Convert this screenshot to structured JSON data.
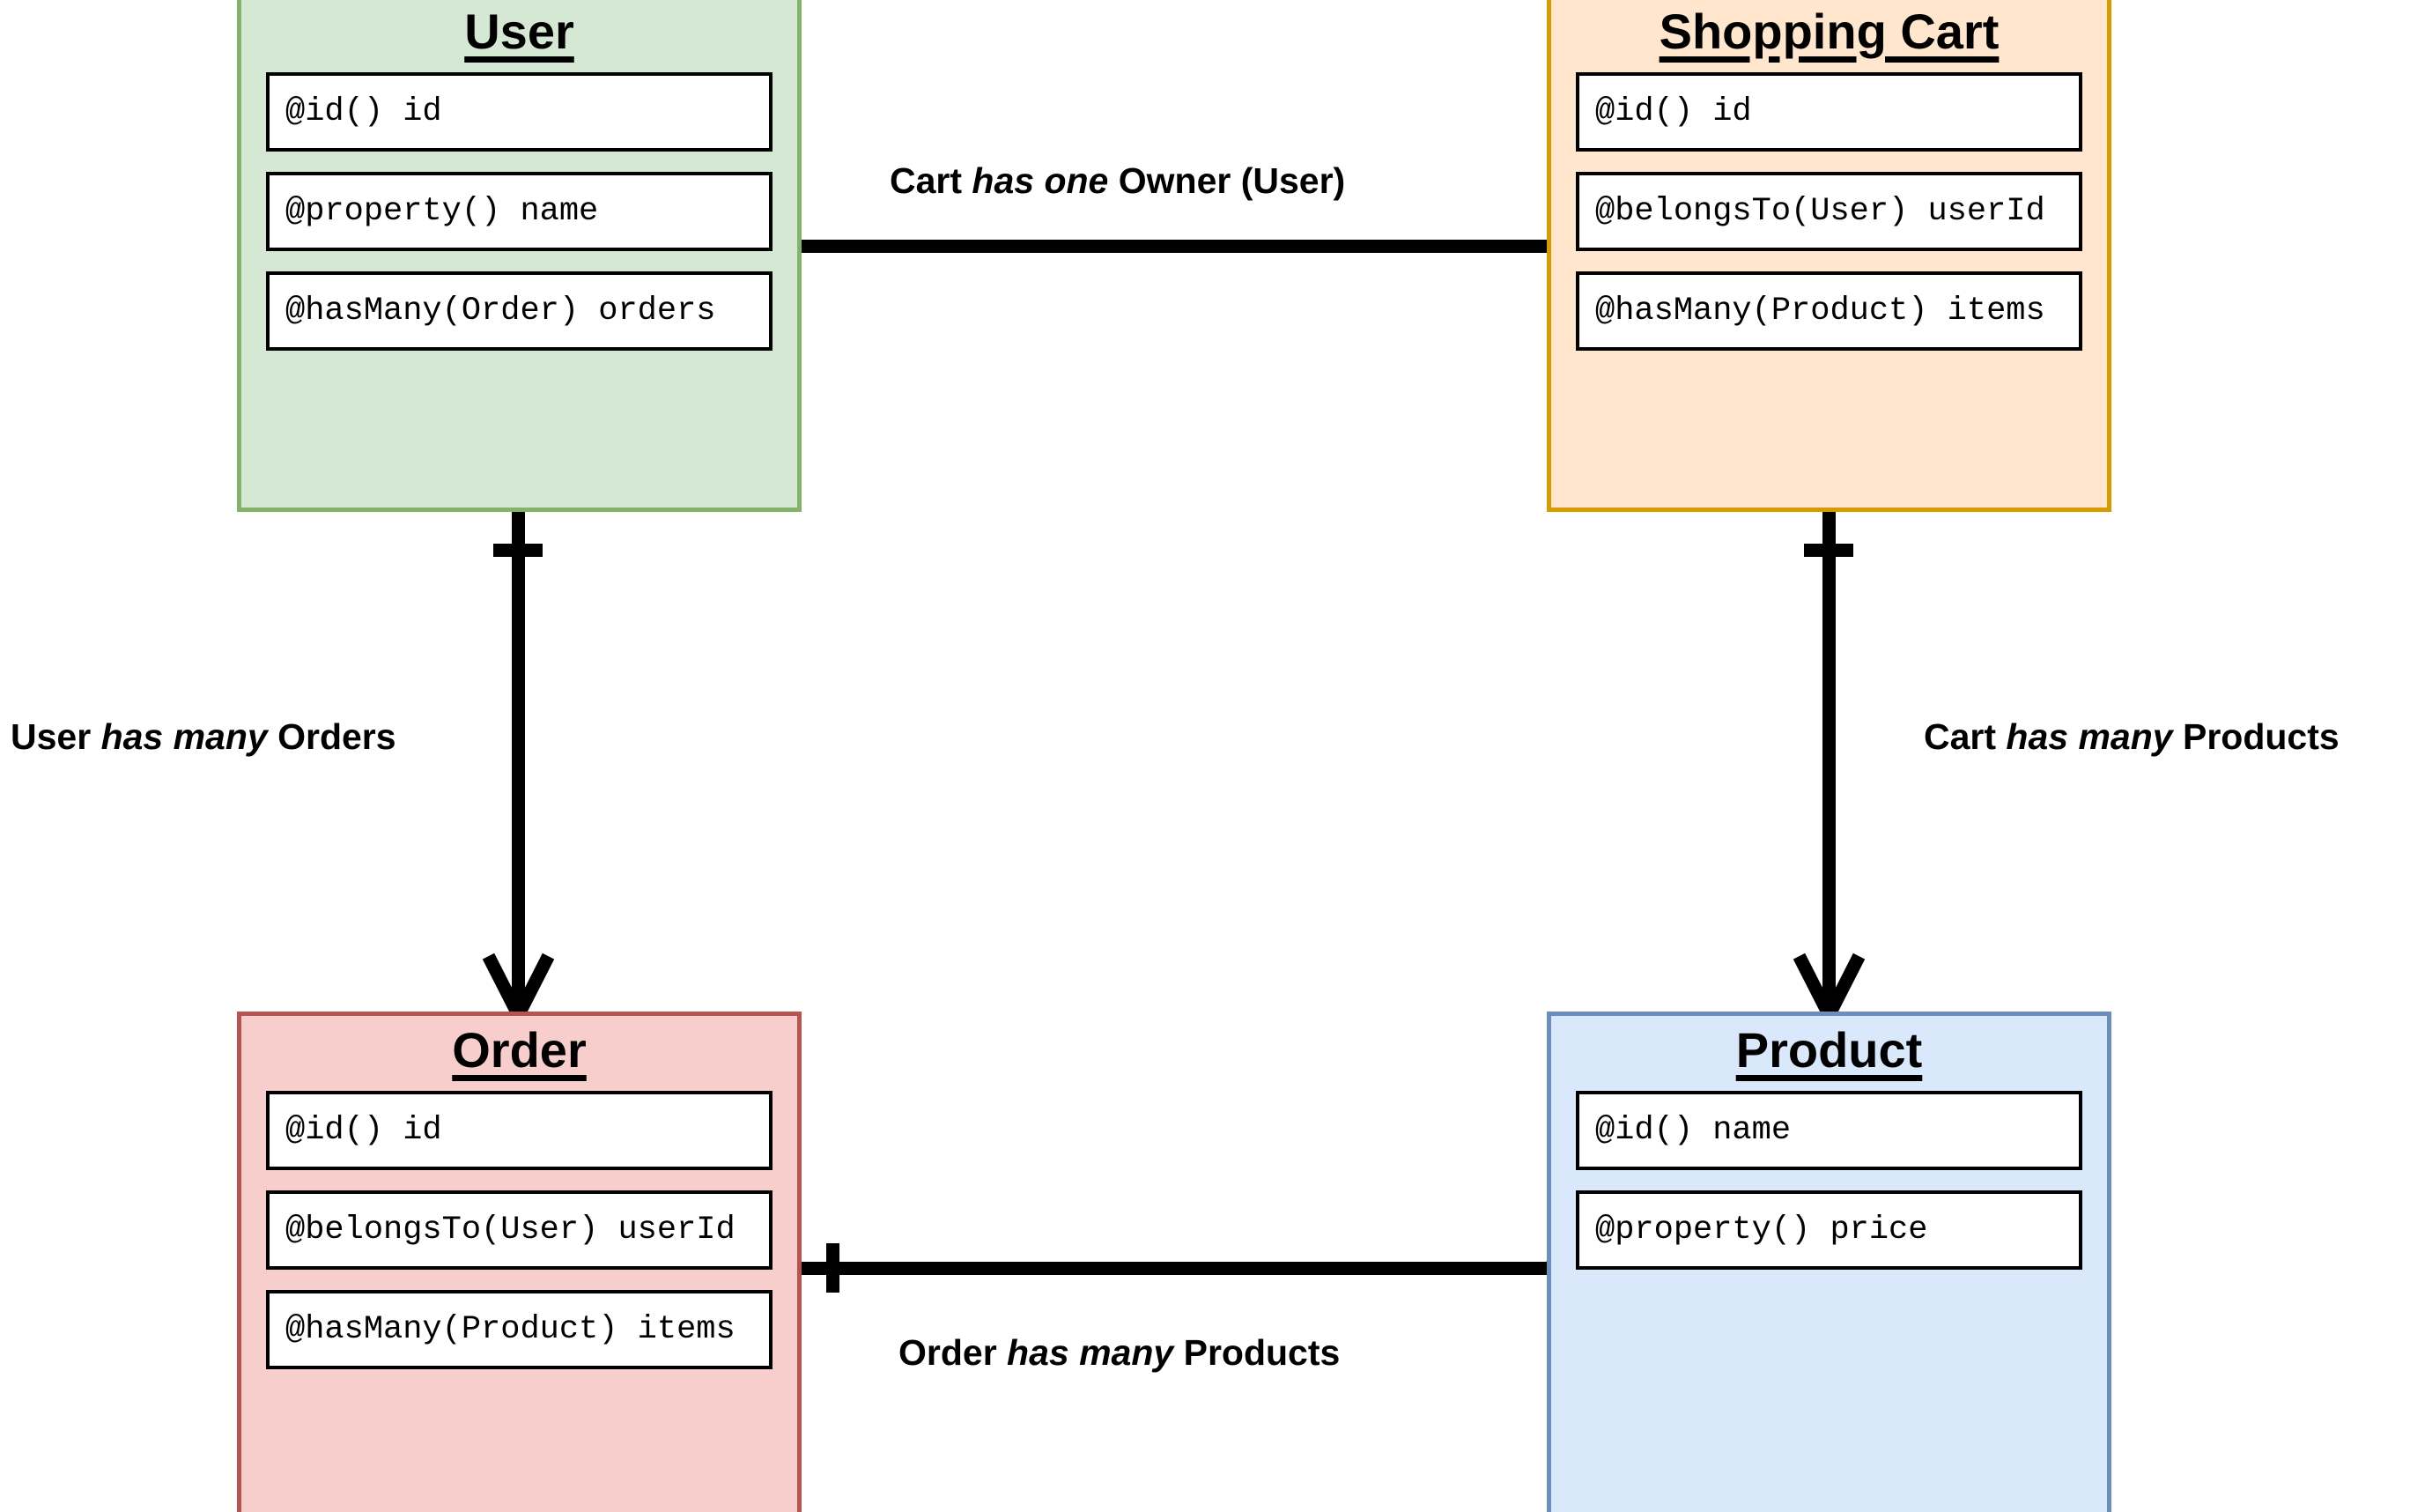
{
  "diagram": {
    "type": "entity-relationship-class-diagram",
    "background_color": "#FFFFFF",
    "entities": [
      {
        "id": "user",
        "name": "User",
        "fill_color": "#D5E8D4",
        "border_color": "#82B366",
        "attributes": [
          "@id() id",
          "@property() name",
          "@hasMany(Order) orders"
        ]
      },
      {
        "id": "shopping_cart",
        "name": "Shopping Cart",
        "fill_color": "#FFE6CC",
        "border_color": "#D79B00",
        "attributes": [
          "@id() id",
          "@belongsTo(User) userId",
          "@hasMany(Product) items"
        ]
      },
      {
        "id": "order",
        "name": "Order",
        "fill_color": "#F8CECC",
        "border_color": "#B85450",
        "attributes": [
          "@id() id",
          "@belongsTo(User) userId",
          "@hasMany(Product) items"
        ]
      },
      {
        "id": "product",
        "name": "Product",
        "fill_color": "#DAE8FC",
        "border_color": "#6C8EBF",
        "attributes": [
          "@id() name",
          "@property() price"
        ]
      }
    ],
    "relationships": [
      {
        "id": "cart-owner",
        "from": "user",
        "to": "shopping_cart",
        "label_prefix": "Cart ",
        "label_emphasis": "has one",
        "label_suffix": " Owner (User)",
        "full_label": "Cart has one Owner (User)",
        "source_marker": "none",
        "target_marker": "none",
        "orientation": "horizontal"
      },
      {
        "id": "user-orders",
        "from": "user",
        "to": "order",
        "label_prefix": "User ",
        "label_emphasis": "has many",
        "label_suffix": " Orders",
        "full_label": "User has many Orders",
        "source_marker": "one",
        "target_marker": "many",
        "orientation": "vertical"
      },
      {
        "id": "cart-products",
        "from": "shopping_cart",
        "to": "product",
        "label_prefix": "Cart ",
        "label_emphasis": "has many",
        "label_suffix": " Products",
        "full_label": "Cart has many Products",
        "source_marker": "one",
        "target_marker": "many",
        "orientation": "vertical"
      },
      {
        "id": "order-products",
        "from": "order",
        "to": "product",
        "label_prefix": "Order ",
        "label_emphasis": "has many",
        "label_suffix": " Products",
        "full_label": "Order has many Products",
        "source_marker": "one",
        "target_marker": "many",
        "orientation": "horizontal"
      }
    ]
  }
}
